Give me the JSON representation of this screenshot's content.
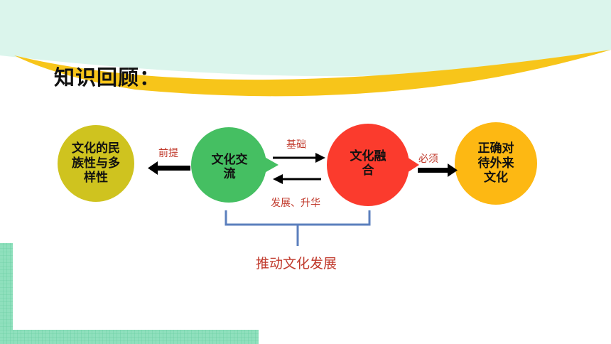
{
  "title": "知识回顾：",
  "nodes": [
    {
      "id": "diversity",
      "label": "文化的民族性与多样性",
      "lines": [
        "文化的民",
        "族性与多",
        "样性"
      ],
      "color": "#cfc31f"
    },
    {
      "id": "exchange",
      "label": "文化交流",
      "lines": [
        "文化交",
        "流"
      ],
      "color": "#45bf62"
    },
    {
      "id": "fusion",
      "label": "文化融合",
      "lines": [
        "文化融",
        "合"
      ],
      "color": "#fb3b2d"
    },
    {
      "id": "attitude",
      "label": "正确对待外来文化",
      "lines": [
        "正确对",
        "待外来",
        "文化"
      ],
      "color": "#fdb813"
    }
  ],
  "edges": [
    {
      "from": "exchange",
      "to": "diversity",
      "label": "前提"
    },
    {
      "from": "exchange",
      "to": "fusion",
      "label": "基础"
    },
    {
      "from": "fusion",
      "to": "exchange",
      "label": "发展、升华"
    },
    {
      "from": "fusion",
      "to": "attitude",
      "label": "必须"
    }
  ],
  "bracket_label": "推动文化发展",
  "colors": {
    "mint": "#dbf5ec",
    "swoosh": "#f7c51a",
    "grid": "#7ed9b4",
    "bracket": "#5b7fbd",
    "edge_label": "#c0392b"
  }
}
